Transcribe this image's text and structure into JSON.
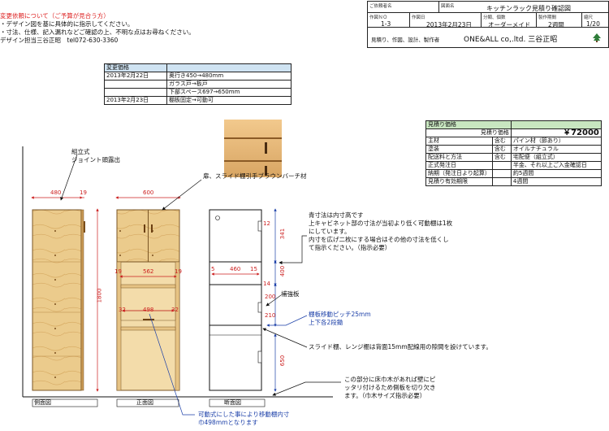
{
  "title_block": {
    "customer_label": "ご依頼者名",
    "drawing_label": "図面名",
    "drawing_name": "キッチンラック見積り確認図",
    "no_label": "作図ＮＯ",
    "no_value": "1-3",
    "date_label": "作図日",
    "date_value": "2013年2月23日",
    "category_label": "分類、個数",
    "category_value": "オーダーメイド",
    "period_label": "製作期間",
    "period_value": "2週間",
    "scale_label": "縮尺",
    "scale_value": "1/20",
    "maker_label": "見積り、作図、設計、製作者",
    "maker_value": "ONE&ALL co,.ltd. 三谷正昭"
  },
  "notes": {
    "line1": "変更依頼について（ご予算が見合う方）",
    "line2": "・デザイン図を基に具体的に指示してください。",
    "line3": "・寸法、仕様、記入漏れなどご確認の上、不明な点はお尋ねください。",
    "line4": "デザイン担当三谷正昭　tel072-630-3360"
  },
  "change_table": {
    "header": "変更価格",
    "rows": [
      {
        "date": "2013年2月22日",
        "item": "奥行き450→480mm"
      },
      {
        "date": "",
        "item": "ガラス戸→板戸"
      },
      {
        "date": "",
        "item": "下部スペース697→650mm"
      },
      {
        "date": "2013年2月23日",
        "item": "棚板固定→可動可"
      }
    ]
  },
  "estimate_table": {
    "header": "見積り価格",
    "price_label": "見積り価格",
    "price_value": "￥72000",
    "rows": [
      {
        "k": "主材",
        "v": "含む",
        "d": "パイン材（節あり）"
      },
      {
        "k": "塗装",
        "v": "含む",
        "d": "オイルナチュラル"
      },
      {
        "k": "配送料と方法",
        "v": "含む",
        "d": "宅配便（組立式）"
      },
      {
        "k": "正式発注日",
        "v": "",
        "d": "半金、それ以上ご入金確認日"
      },
      {
        "k": "納期（発注日より起算）",
        "v": "",
        "d": "約5週間"
      },
      {
        "k": "見積り有効期限",
        "v": "",
        "d": "4週間"
      }
    ]
  },
  "callouts": {
    "assembly": "組立式",
    "joint": "ジョイント頭露出",
    "door": "扉、スライド棚引手ブラウンバーチ材",
    "blue_dims_1": "青寸法は内寸高です",
    "blue_dims_2": "上キャビネット部の寸法が当初より低く可動棚は1枚",
    "blue_dims_3": "にしています。",
    "blue_dims_4": "内寸を広げ二枚にする場合はその他の寸法を低くし",
    "blue_dims_5": "て指示ください。（指示必要）",
    "reinforce": "補強板",
    "pitch_1": "棚板移動ピッチ25mm",
    "pitch_2": "上下各2段鋤",
    "slide": "スライド棚、レンジ棚は背面15mm配線用の隙間を設けています。",
    "baseboard_1": "この部分に床巾木があれば壁にピ",
    "baseboard_2": "ッタリ付けるため側板を切り欠き",
    "baseboard_3": "ます。（巾木サイズ指示必要）",
    "movable_1": "可動式にした事により移動棚内寸",
    "movable_2": "巾498mmとなります"
  },
  "dims": {
    "side_depth": "480",
    "side_front": "19",
    "side_height": "1800",
    "front_width": "600",
    "front_side_l": "19",
    "front_inner": "562",
    "front_side_r": "19",
    "front_shelf_l": "32",
    "front_shelf_inner": "498",
    "front_shelf_r": "32",
    "sec_top": "341",
    "sec_mid": "400",
    "sec_b1": "200",
    "sec_b2": "210",
    "sec_low": "650",
    "sec_depth": "460",
    "sec_back": "5",
    "sec_back2": "15",
    "sec_n1": "12",
    "sec_n2": "14"
  },
  "views": {
    "side": "側面図",
    "front": "正面図",
    "section": "断面図"
  },
  "colors": {
    "wood": "#e9c98a",
    "wood_dark": "#c49452",
    "dim_red": "#cc1f1f",
    "dim_blue": "#1b3fa8",
    "table_header_blue": "#cfe3f2",
    "table_header_green": "#c8e6c0"
  }
}
